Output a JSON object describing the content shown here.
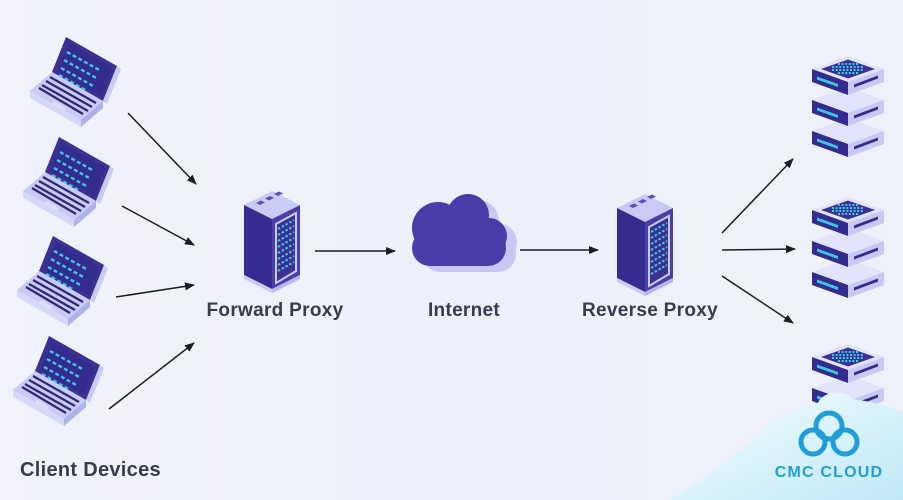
{
  "diagram": {
    "nodes": {
      "client_devices": {
        "label": "Client Devices",
        "icon": "laptop-icon",
        "count": 4
      },
      "forward_proxy": {
        "label": "Forward Proxy",
        "icon": "server-tower-icon"
      },
      "internet": {
        "label": "Internet",
        "icon": "cloud-icon"
      },
      "reverse_proxy": {
        "label": "Reverse Proxy",
        "icon": "server-tower-icon"
      },
      "backend_servers": {
        "label": "",
        "icon": "server-stack-icon",
        "count": 3
      }
    },
    "connections": [
      {
        "from": "client-device-1",
        "to": "forward-proxy"
      },
      {
        "from": "client-device-2",
        "to": "forward-proxy"
      },
      {
        "from": "client-device-3",
        "to": "forward-proxy"
      },
      {
        "from": "client-device-4",
        "to": "forward-proxy"
      },
      {
        "from": "forward-proxy",
        "to": "internet"
      },
      {
        "from": "internet",
        "to": "reverse-proxy"
      },
      {
        "from": "reverse-proxy",
        "to": "server-stack-1"
      },
      {
        "from": "reverse-proxy",
        "to": "server-stack-2"
      },
      {
        "from": "reverse-proxy",
        "to": "server-stack-3"
      }
    ]
  },
  "branding": {
    "logo_text": "CMC CLOUD",
    "logo_icon": "cmc-cloud-logo",
    "logo_color": "#1f9ed9"
  },
  "colors": {
    "background": "#eef0fa",
    "indigo_dark": "#332b8d",
    "indigo": "#473ca8",
    "lavender": "#c8cbf4",
    "lavender_pale": "#e2e4fb",
    "teal_accent": "#3ec6e0",
    "arrow": "#1c1c28",
    "label_text": "#3a3a4e",
    "cmc_cyan": "#1f9ed9",
    "blob_cyan": "#c4ebf7"
  }
}
